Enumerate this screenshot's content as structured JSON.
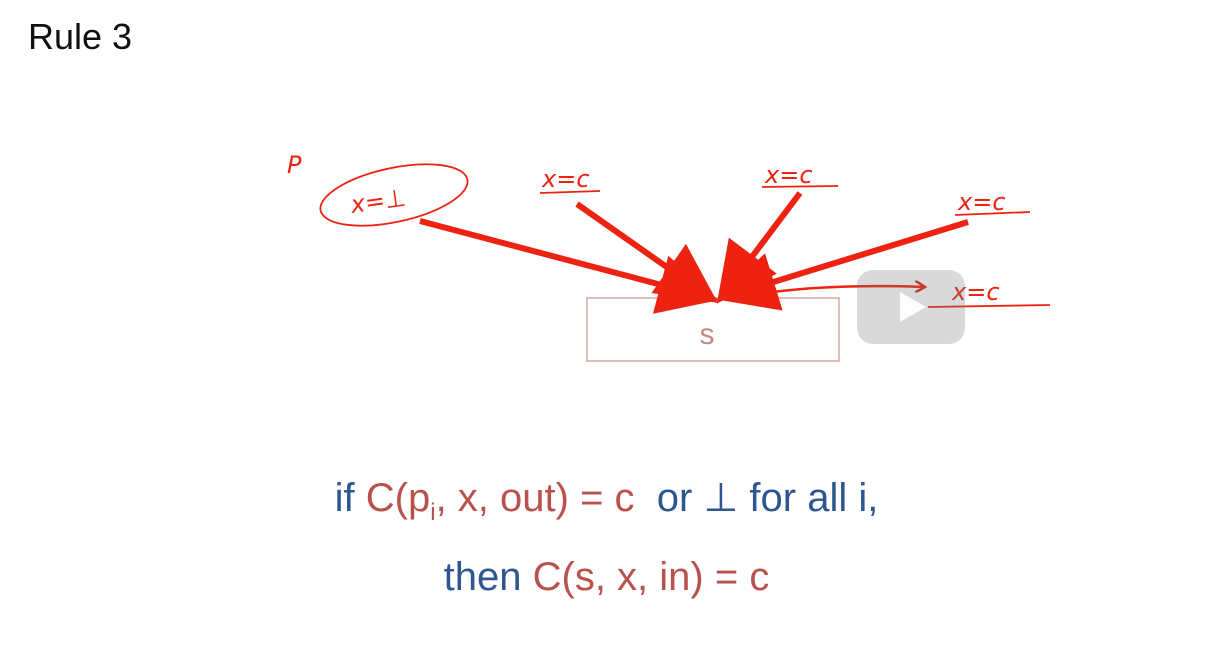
{
  "slide": {
    "title": "Rule 3"
  },
  "diagram": {
    "node_label": "s",
    "annotation_p": "P",
    "inputs": [
      {
        "label": "x=⊥",
        "circled": true
      },
      {
        "label": "x=c"
      },
      {
        "label": "x=c"
      },
      {
        "label": "x=c"
      }
    ],
    "output": {
      "label": "x=c"
    },
    "ink_color": "#ee2211"
  },
  "equation": {
    "line1": {
      "kw_if": "if ",
      "expr1_pre": "C(p",
      "expr1_sub": "i",
      "expr1_post": ", x, out) = c",
      "kw_or": "  or ⊥ for all i,"
    },
    "line2": {
      "kw_then": "then ",
      "expr2": "C(s, x, in) = c"
    },
    "keyword_color": "#2e5690",
    "expression_color": "#b9524c"
  },
  "player": {
    "play_icon": "play-icon"
  }
}
